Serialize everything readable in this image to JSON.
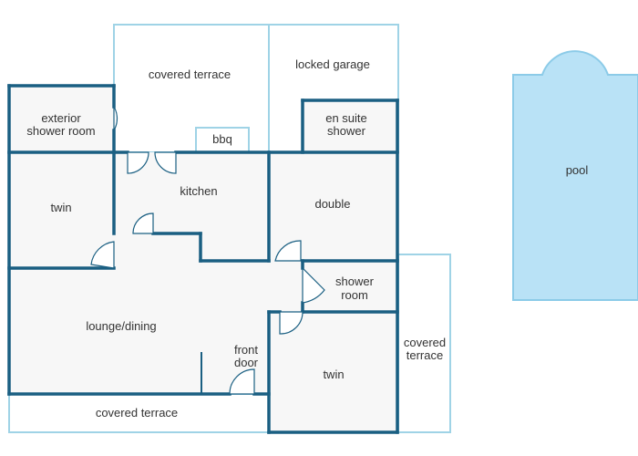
{
  "colors": {
    "wall": "#1a5f82",
    "outdoor_outline": "#9fd3e6",
    "room_fill": "#f7f7f7",
    "pool_fill": "#b9e2f6",
    "pool_outline": "#8ccbe8",
    "text": "#333333"
  },
  "rooms": {
    "covered_terrace_top": "covered terrace",
    "locked_garage": "locked garage",
    "exterior_shower_line1": "exterior",
    "exterior_shower_line2": "shower room",
    "bbq": "bbq",
    "en_suite_line1": "en suite",
    "en_suite_line2": "shower",
    "twin_left": "twin",
    "kitchen": "kitchen",
    "double": "double",
    "shower_room_line1": "shower",
    "shower_room_line2": "room",
    "lounge_dining": "lounge/dining",
    "front_door_line1": "front",
    "front_door_line2": "door",
    "covered_terrace_right_line1": "covered",
    "covered_terrace_right_line2": "terrace",
    "twin_right": "twin",
    "covered_terrace_bottom": "covered terrace",
    "pool": "pool"
  }
}
